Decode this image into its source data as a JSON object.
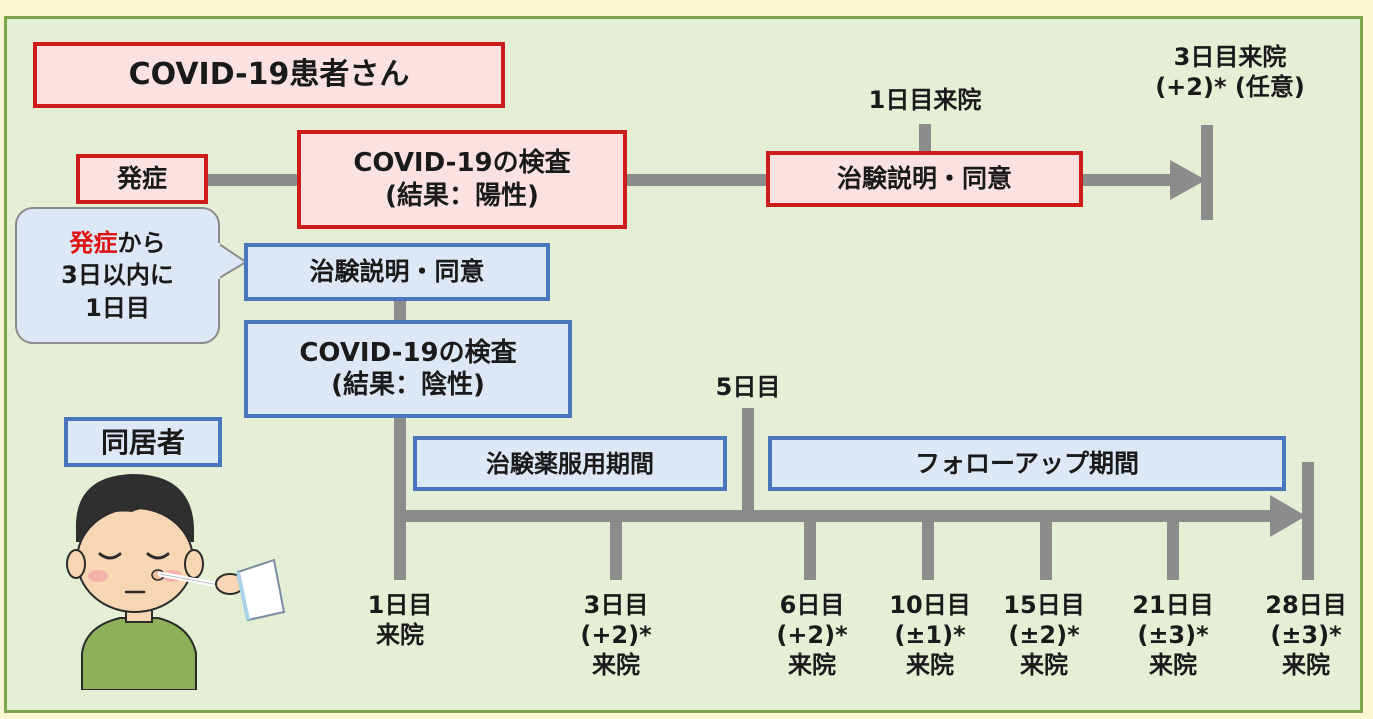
{
  "patient": {
    "title": "COVID-19患者さん",
    "onset": "発症",
    "test_positive": "COVID-19の検査\n(結果：陽性)",
    "consent": "治験説明・同意",
    "day1_visit": "1日目来院",
    "day3_visit": "3日目来院\n(+2)* (任意)"
  },
  "callout": {
    "onset_word": "発症",
    "line1_rest": "から",
    "line2": "3日以内に",
    "line3": "1日目"
  },
  "household": {
    "title": "同居者",
    "consent": "治験説明・同意",
    "test_negative": "COVID-19の検査\n(結果：陰性)",
    "day5_label": "5日目",
    "dosing_period": "治験薬服用期間",
    "followup_period": "フォローアップ期間",
    "visits": [
      "1日目\n来院",
      "3日目\n(+2)*\n来院",
      "6日目\n(+2)*\n来院",
      "10日目\n(±1)*\n来院",
      "15日目\n(±2)*\n来院",
      "21日目\n(±3)*\n来院",
      "28日目\n(±3)*\n来院"
    ]
  },
  "colors": {
    "patient_border": "#cc1c1c",
    "patient_fill": "#fbe2e2",
    "household_border": "#4a76be",
    "household_fill": "#dce8f6",
    "timeline": "#8c8c8c",
    "panel_fill": "#e4efd5",
    "panel_border": "#7ea44b",
    "onset_highlight": "#e01010"
  }
}
